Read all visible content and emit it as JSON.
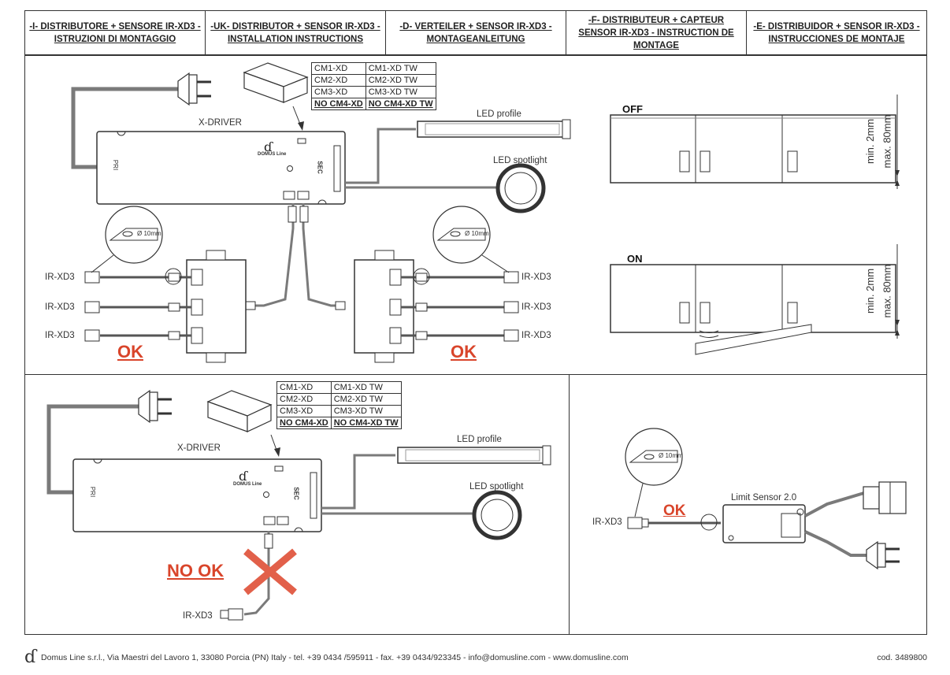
{
  "header": {
    "cells": [
      "-I- DISTRIBUTORE + SENSORE IR-XD3 - ISTRUZIONI DI MONTAGGIO",
      "-UK- DISTRIBUTOR + SENSOR IR-XD3 - INSTALLATION INSTRUCTIONS",
      "-D- VERTEILER + SENSOR IR-XD3 - MONTAGEANLEITUNG",
      "-F- DISTRIBUTEUR + CAPTEUR SENSOR IR-XD3 - INSTRUCTION DE MONTAGE",
      "-E- DISTRIBUIDOR + SENSOR IR-XD3 - INSTRUCCIONES DE MONTAJE"
    ]
  },
  "compat_table": {
    "col1": [
      "CM1-XD",
      "CM2-XD",
      "CM3-XD",
      "NO CM4-XD"
    ],
    "col2": [
      "CM1-XD TW",
      "CM2-XD TW",
      "CM3-XD TW",
      "NO CM4-XD TW"
    ]
  },
  "labels": {
    "x_driver": "X-DRIVER",
    "led_profile": "LED profile",
    "led_spotlight": "LED spotlight",
    "sensor": "IR-XD3",
    "ok": "OK",
    "no_ok": "NO OK",
    "off": "OFF",
    "on": "ON",
    "min": "min. 2mm",
    "max": "max. 80mm",
    "hole": "Ø 10mm",
    "limit_sensor": "Limit Sensor 2.0",
    "pri": "PRI",
    "sec": "SEC",
    "brand": "DOMUS Line"
  },
  "footer": {
    "company": "Domus Line s.r.l., Via Maestri del Lavoro 1, 33080 Porcia (PN) Italy - tel. +39 0434 /595911 - fax. +39 0434/923345 - info@domusline.com - www.domusline.com",
    "code": "cod. 3489800"
  },
  "colors": {
    "accent": "#d9452b",
    "cable": "#7a7a7a"
  }
}
